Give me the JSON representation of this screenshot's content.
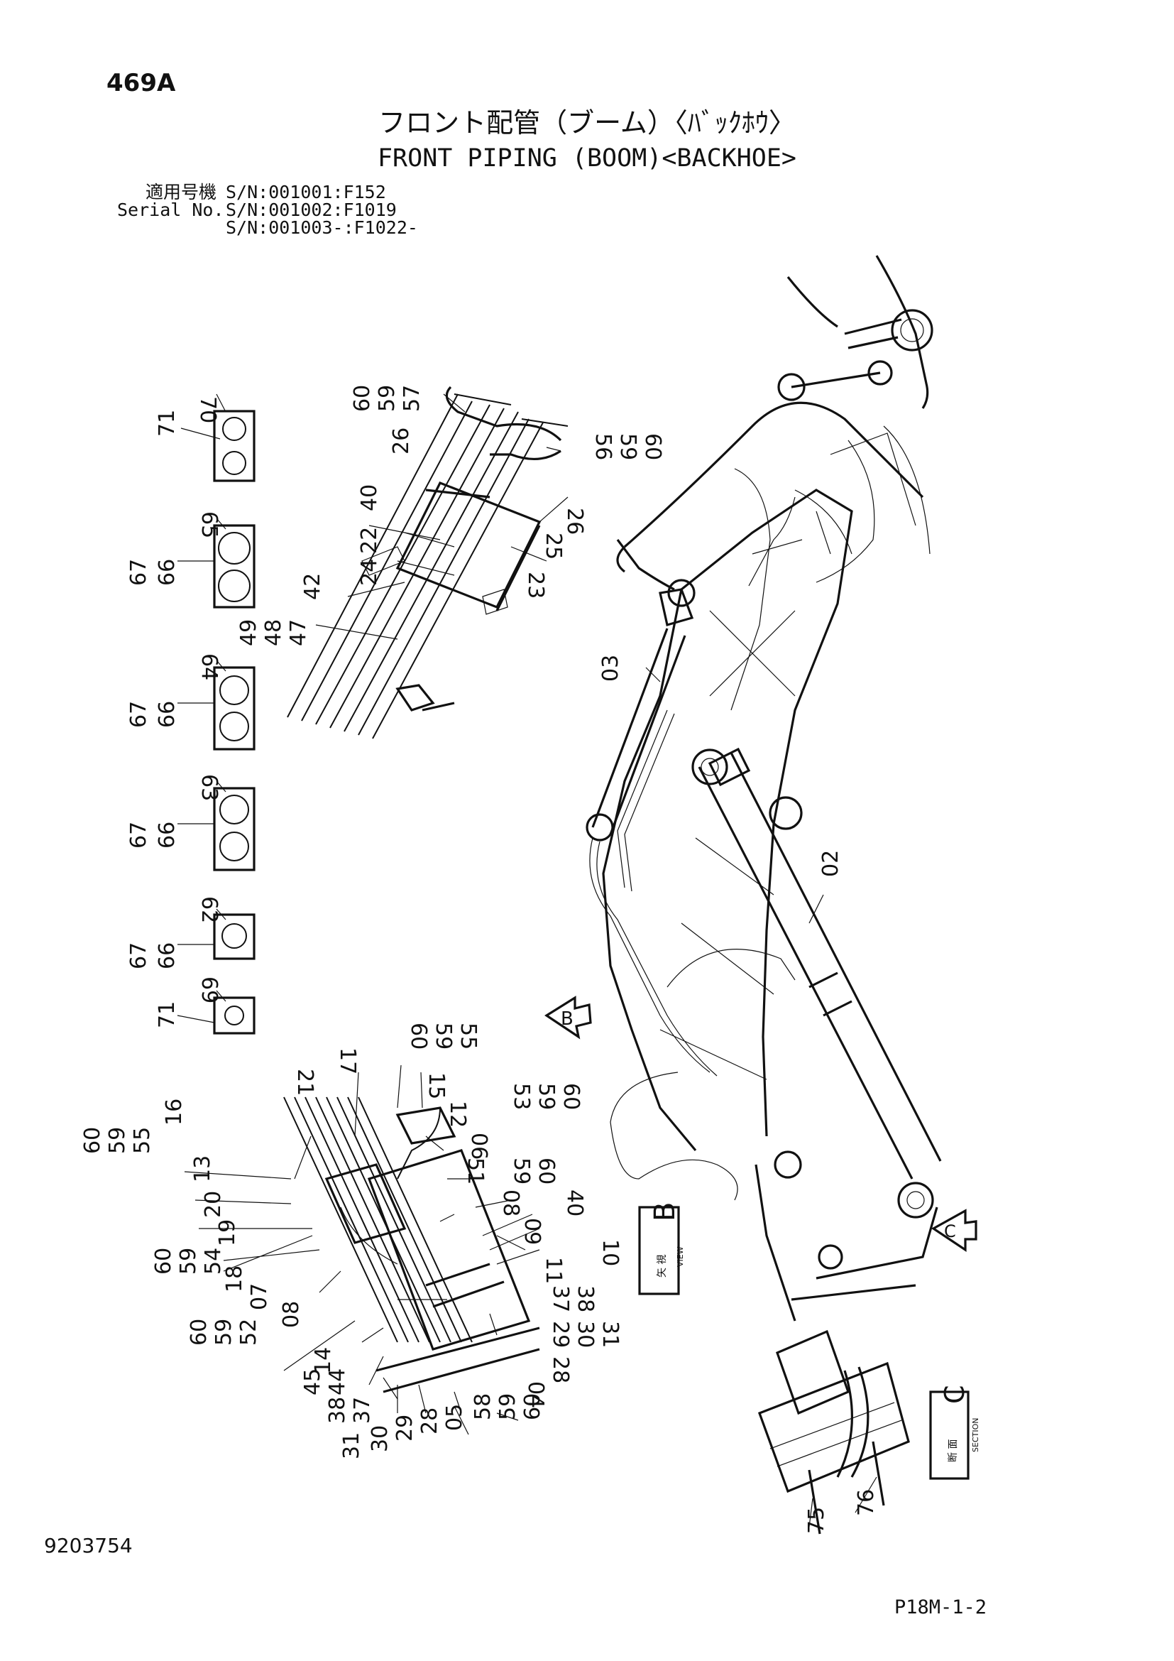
{
  "header": {
    "page_number": "469A",
    "title_jp": "フロント配管（ブーム）〈ﾊﾞｯｸﾎｳ〉",
    "title_en": "FRONT PIPING (BOOM)<BACKHOE>"
  },
  "serial_block": {
    "label_jp": "適用号機",
    "label_en": "Serial No.",
    "entries": [
      "S/N:001001:F152",
      "S/N:001002:F1019",
      "S/N:001003-:F1022-"
    ]
  },
  "view_markers": {
    "view_b": {
      "letter": "B",
      "label_jp": "矢 視",
      "label_en": "VIEW"
    },
    "section_c": {
      "letter": "C",
      "label_jp": "断 面",
      "label_en": "SECTION"
    }
  },
  "callouts": {
    "clamp_column": [
      "70",
      "71",
      "65",
      "67",
      "66",
      "64",
      "67",
      "66",
      "63",
      "67",
      "66",
      "62",
      "67",
      "66",
      "69",
      "71"
    ],
    "upper_detail": [
      "60",
      "59",
      "57",
      "26",
      "56",
      "59",
      "60",
      "40",
      "22",
      "24",
      "26",
      "25",
      "23",
      "42",
      "49",
      "48",
      "47"
    ],
    "main_boom": [
      "03",
      "02"
    ],
    "lower_detail": [
      "60",
      "59",
      "55",
      "17",
      "21",
      "15",
      "12",
      "53",
      "59",
      "60",
      "16",
      "60",
      "59",
      "55",
      "13",
      "20",
      "19",
      "06",
      "51",
      "59",
      "60",
      "08",
      "40",
      "09",
      "10",
      "11",
      "37",
      "38",
      "60",
      "59",
      "54",
      "18",
      "07",
      "08",
      "29",
      "30",
      "31",
      "28",
      "04",
      "60",
      "59",
      "52",
      "14",
      "45",
      "44",
      "38",
      "37",
      "58",
      "59",
      "60",
      "05",
      "28",
      "29",
      "30",
      "31"
    ],
    "section_c": [
      "75",
      "76"
    ]
  },
  "footer": {
    "code_left": "9203754",
    "code_right": "P18M-1-2"
  }
}
